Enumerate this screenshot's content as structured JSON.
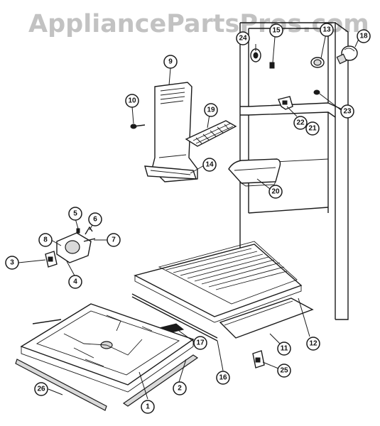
{
  "watermark": "AppliancePartsPros.com",
  "callouts": {
    "c1": "1",
    "c2": "2",
    "c3": "3",
    "c4": "4",
    "c5": "5",
    "c6": "6",
    "c7": "7",
    "c8": "8",
    "c9": "9",
    "c10": "10",
    "c11": "11",
    "c12": "12",
    "c13": "13",
    "c14": "14",
    "c15": "15",
    "c16": "16",
    "c17": "17",
    "c18": "18",
    "c19": "19",
    "c20": "20",
    "c21": "21",
    "c22": "22",
    "c23": "23",
    "c24": "24",
    "c25": "25",
    "c26": "26"
  }
}
